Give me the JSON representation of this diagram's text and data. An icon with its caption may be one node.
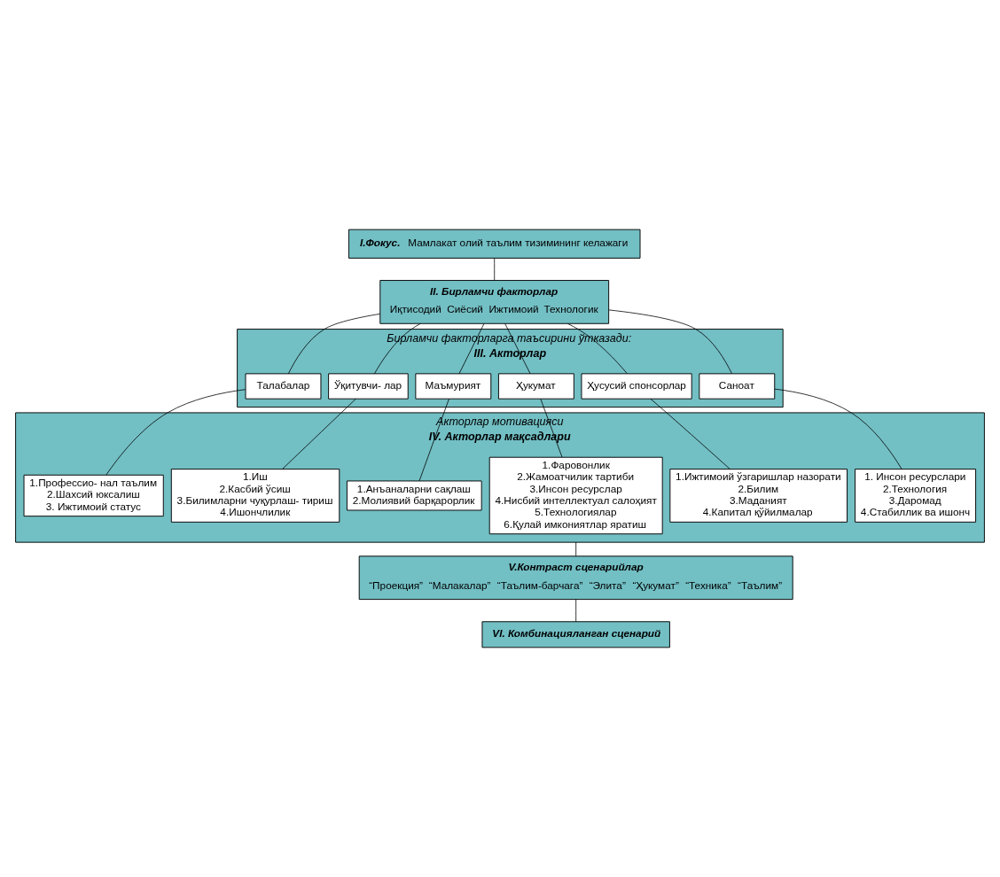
{
  "diagram": {
    "nodes": [
      {
        "text": [
          "I.Фокус.",
          "Мамлакат олий таълим тизимининг келажаги"
        ]
      },
      {
        "text": [
          "II. Бирламчи факторлар",
          "Иқтисодий",
          "Сиёсий",
          "Ижтимоий",
          "Технологик"
        ]
      },
      {
        "text": [
          "Бирламчи факторларга таъсирини ўтказади:",
          "III. Акторлар"
        ]
      },
      {
        "text": [
          "Талабалар"
        ],
        "in": 2
      },
      {
        "text": [
          "Ўқитувчи- лар"
        ],
        "in": 2
      },
      {
        "text": [
          "Маъмурият"
        ],
        "in": 2
      },
      {
        "text": [
          "Ҳукумат"
        ],
        "in": 2
      },
      {
        "text": [
          "Ҳусусий спонсорлар"
        ],
        "in": 2
      },
      {
        "text": [
          "Саноат"
        ],
        "in": 2
      },
      {
        "text": [
          "Акторлар мотивацияси",
          "IV. Акторлар мақсадлари"
        ]
      },
      {
        "text": [
          "1.Профессио- нал таълим",
          "2.Шахсий юксалиш",
          "3. Ижтимоий статус"
        ],
        "in": 9
      },
      {
        "text": [
          "1.Иш",
          "2.Касбий ўсиш",
          "3.Билимларни чуқурлаш- тириш",
          "4.Ишончлилик"
        ],
        "in": 9
      },
      {
        "text": [
          "1.Анъаналарни сақлаш",
          "2.Молиявий барқарорлик"
        ],
        "in": 9
      },
      {
        "text": [
          "1.Фаровонлик",
          "2.Жамоатчилик тартиби",
          "3.Инсон ресурслар",
          "4.Нисбий интеллектуал салоҳият",
          "5.Технологиялар",
          "6.Қулай имкониятлар яратиш"
        ],
        "in": 9
      },
      {
        "text": [
          "1.Ижтимоий ўзгаришлар назорати",
          "2.Билим",
          "3.Маданият",
          "4.Капитал қўйилмалар"
        ],
        "in": 9
      },
      {
        "text": [
          "1. Инсон ресурслари",
          "2.Технология",
          "3.Даромад",
          "4.Стабиллик ва ишонч"
        ],
        "in": 9
      },
      {
        "text": [
          "V.Контраст сценарийлар",
          "“Проекция”",
          "“Малакалар”",
          "“Таълим-барчага”",
          "“Элита”",
          "“Ҳукумат”",
          "“Техника”",
          "“Таълим”"
        ]
      },
      {
        "text": [
          "VI. Комбинацияланган сценарий"
        ]
      }
    ],
    "edges": [
      {
        "from": 0,
        "to": 1,
        "arrow": "none"
      },
      {
        "from": 1,
        "to": 3,
        "arrow": "none"
      },
      {
        "from": 1,
        "to": 4,
        "arrow": "none"
      },
      {
        "from": 1,
        "to": 5,
        "arrow": "none"
      },
      {
        "from": 1,
        "to": 6,
        "arrow": "none"
      },
      {
        "from": 1,
        "to": 7,
        "arrow": "none"
      },
      {
        "from": 1,
        "to": 8,
        "arrow": "none"
      },
      {
        "from": 3,
        "to": 10,
        "arrow": "none"
      },
      {
        "from": 4,
        "to": 11,
        "arrow": "none"
      },
      {
        "from": 5,
        "to": 12,
        "arrow": "none"
      },
      {
        "from": 6,
        "to": 13,
        "arrow": "none"
      },
      {
        "from": 7,
        "to": 14,
        "arrow": "none"
      },
      {
        "from": 8,
        "to": 15,
        "arrow": "none"
      },
      {
        "from": 9,
        "to": 16,
        "arrow": "none"
      },
      {
        "from": 16,
        "to": 17,
        "arrow": "none"
      }
    ]
  }
}
